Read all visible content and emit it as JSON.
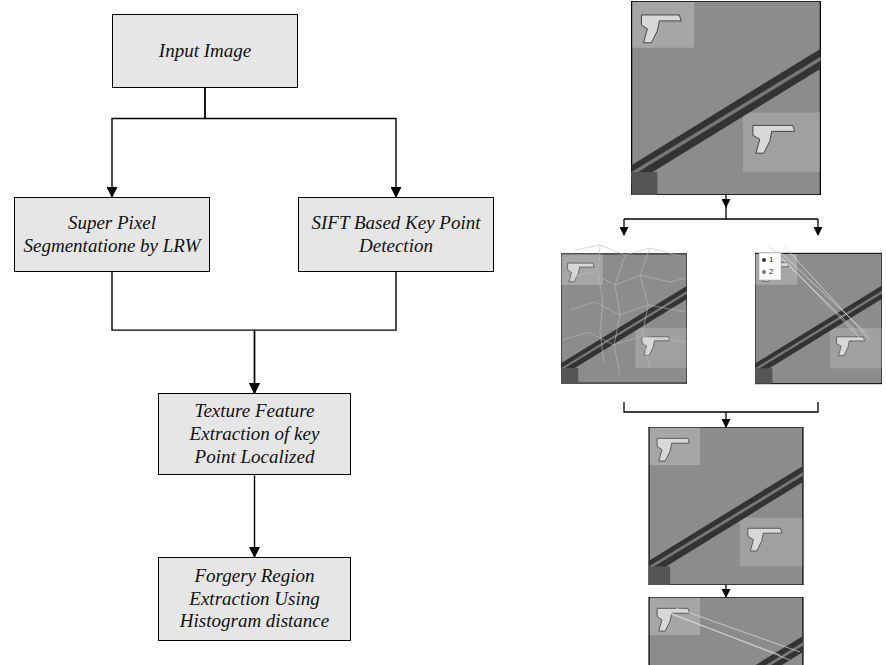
{
  "diagram": {
    "nodes": [
      {
        "text": [
          "Input Image"
        ]
      },
      {
        "text": [
          "Super Pixel Segmentatione by LRW"
        ]
      },
      {
        "text": [
          "SIFT Based Key Point Detection"
        ]
      },
      {
        "text": [
          "Texture Feature Extraction of key Point Localized"
        ]
      },
      {
        "text": [
          "Forgery Region Extraction Using Histogram distance"
        ]
      }
    ],
    "edges": [
      {
        "from": 0,
        "to": 1,
        "arrow": "to"
      },
      {
        "from": 0,
        "to": 2,
        "arrow": "to"
      },
      {
        "from": 1,
        "to": 3,
        "arrow": "to"
      },
      {
        "from": 2,
        "to": 3,
        "arrow": "to"
      },
      {
        "from": 3,
        "to": 4,
        "arrow": "to"
      }
    ],
    "labels": [
      "1",
      "2"
    ]
  }
}
